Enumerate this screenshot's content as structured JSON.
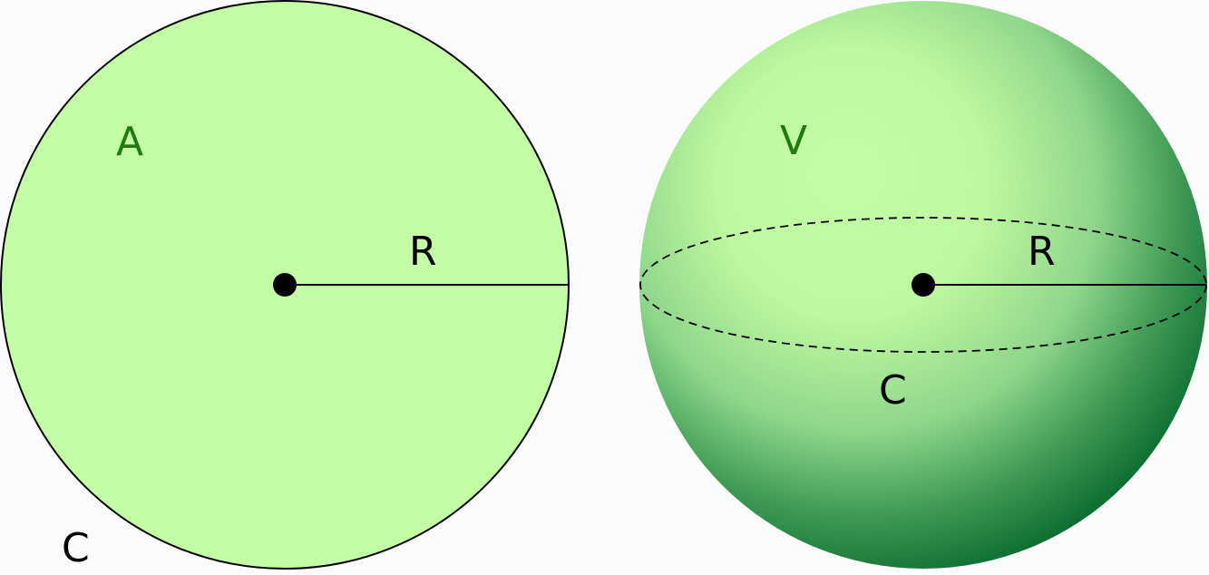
{
  "circle": {
    "area_label": "A",
    "radius_label": "R",
    "circumference_label": "C",
    "fill_color": "#c3fda6",
    "stroke_color": "#000000"
  },
  "sphere": {
    "volume_label": "V",
    "radius_label": "R",
    "circumference_label": "C",
    "highlight_color": "#c3fda6",
    "shade_color": "#0a6b30"
  },
  "colors": {
    "label_green": "#1f7a10",
    "label_black": "#000000"
  }
}
